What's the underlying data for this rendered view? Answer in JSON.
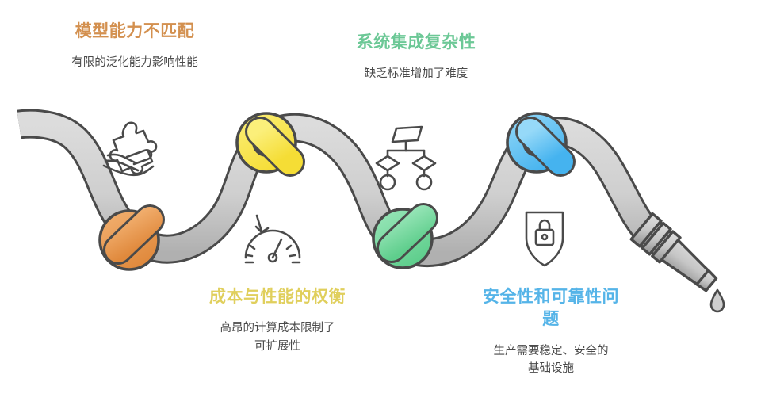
{
  "illustration": {
    "subject": "tangled-hose",
    "hose_color_light": "#d6d6d6",
    "hose_color_dark": "#9c9c9c",
    "outline_color": "#4a4a4a",
    "droplet_label": "water-drop"
  },
  "palette": {
    "orange": "#d3904f",
    "green": "#6cc896",
    "yellow": "#e0cf5c",
    "blue": "#55b4e8",
    "text_gray": "#4a4a4a",
    "background": "#ffffff"
  },
  "problems": [
    {
      "id": "model-capability",
      "title": "模型能力不匹配",
      "description": "有限的泛化能力影响性能",
      "color": "#d3904f",
      "knot_color": "#e8a05c",
      "icon": "hand-puzzle-piece-icon",
      "position": "top-left"
    },
    {
      "id": "system-integration",
      "title": "系统集成复杂性",
      "description": "缺乏标准增加了难度",
      "color": "#6cc896",
      "knot_color": "#74d99d",
      "icon": "flowchart-hierarchy-icon",
      "position": "top-center"
    },
    {
      "id": "cost-performance",
      "title": "成本与性能的权衡",
      "description": "高昂的计算成本限制了\n可扩展性",
      "color": "#e0cf5c",
      "knot_color": "#f6e44f",
      "icon": "gauge-down-arrow-icon",
      "position": "bottom-left"
    },
    {
      "id": "security-reliability",
      "title": "安全性和可靠性问\n题",
      "description": "生产需要稳定、安全的\n基础设施",
      "color": "#55b4e8",
      "knot_color": "#64c2f0",
      "icon": "shield-lock-icon",
      "position": "bottom-right"
    }
  ]
}
